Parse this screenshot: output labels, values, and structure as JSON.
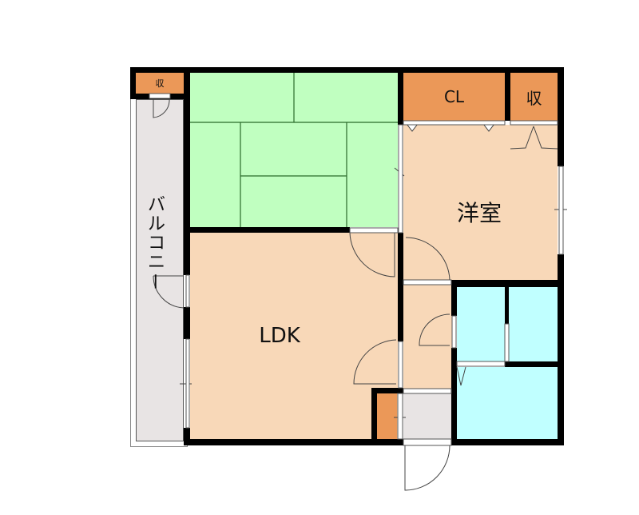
{
  "colors": {
    "wall": "#000000",
    "washitsu": "#c0ffc0",
    "wood_floor": "#f8d8b8",
    "storage": "#eb9858",
    "wet_area": "#c0ffff",
    "balcony": "#e8e4e4"
  },
  "rooms": {
    "balcony": {
      "label": "バルコニー",
      "chars": [
        "バ",
        "ル",
        "コ",
        "ニ",
        "ー"
      ]
    },
    "ldk": {
      "label": "LDK"
    },
    "western": {
      "label": "洋室"
    },
    "washitsu": {
      "label": ""
    },
    "closet": {
      "label": "CL"
    },
    "storage_right": {
      "label": "収"
    },
    "storage_left": {
      "label": "収"
    }
  }
}
